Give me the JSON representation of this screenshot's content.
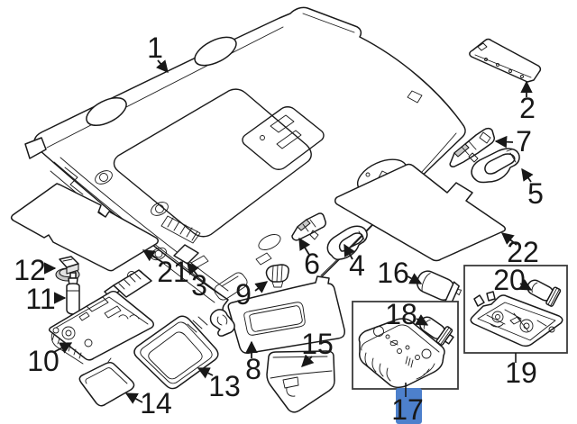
{
  "diagram": {
    "type": "exploded-parts-diagram",
    "background_color": "#ffffff",
    "line_color": "#1a1a1a",
    "callouts": [
      {
        "label": "1"
      },
      {
        "label": "2"
      },
      {
        "label": "3"
      },
      {
        "label": "4"
      },
      {
        "label": "5"
      },
      {
        "label": "6"
      },
      {
        "label": "7"
      },
      {
        "label": "8"
      },
      {
        "label": "9"
      },
      {
        "label": "10"
      },
      {
        "label": "11"
      },
      {
        "label": "12"
      },
      {
        "label": "13"
      },
      {
        "label": "14"
      },
      {
        "label": "15"
      },
      {
        "label": "16"
      },
      {
        "label": "17"
      },
      {
        "label": "18"
      },
      {
        "label": "19"
      },
      {
        "label": "20"
      },
      {
        "label": "21"
      },
      {
        "label": "22"
      }
    ],
    "selected_callout": {
      "label": "17",
      "band_color": "#4d80cc",
      "text_color": "#1d3f7e"
    }
  }
}
